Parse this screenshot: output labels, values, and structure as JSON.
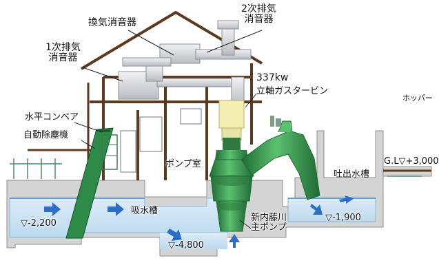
{
  "labels": {
    "ventilation_silencer": "換気消音器",
    "secondary_exhaust_silencer": [
      "2次排気",
      "消音器"
    ],
    "primary_exhaust_silencer": [
      "1次排気",
      "消音器"
    ],
    "turbine_output": "337kw",
    "turbine_name": "立軸ガスタービン",
    "horizontal_conveyor": "水平コンベア",
    "auto_dust_remover": "自動除塵機",
    "pump_room": "ポンプ室",
    "hopper": "ホッパー",
    "ground_level": "G.L▽+3,000",
    "discharge_tank": "吐出水槽",
    "level_intake": "▽-2,200",
    "intake_tank": "吸水槽",
    "level_discharge": "▽-1,900",
    "level_pit": "▽-4,800",
    "main_pump": [
      "新内藤川",
      "主ポンプ"
    ]
  },
  "colors": {
    "water": "#cfe6f5",
    "water_surface": "#7fb8de",
    "concrete": "#cfcfcf",
    "wood": "#5b3a1f",
    "pump_green": "#3e9a52",
    "pump_dark": "#1f6b34",
    "turbine": "#f4efb0",
    "flow_arrow": "#2a6ec8",
    "duct": "#d7d9dc"
  }
}
